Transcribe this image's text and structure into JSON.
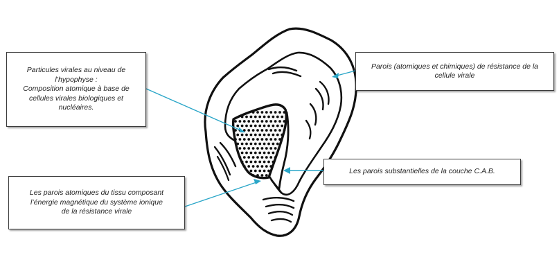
{
  "callouts": {
    "viral_particles": "Particules virales au niveau de\nl’hypophyse :\nComposition atomique à base de\ncellules virales biologiques et\nnucléaires.",
    "resistance_walls": "Parois (atomiques et chimiques) de résistance de la\ncellule virale",
    "substantial_walls": "Les parois substantielles de la couche C.A.B.",
    "atomic_walls": "Les parois atomiques du tissu composant\nl’énergie magnétique du système ionique\nde la résistance virale"
  },
  "colors": {
    "leader_line": "#2aa6c8",
    "ink": "#111111",
    "box_border": "#3a3a3a"
  }
}
